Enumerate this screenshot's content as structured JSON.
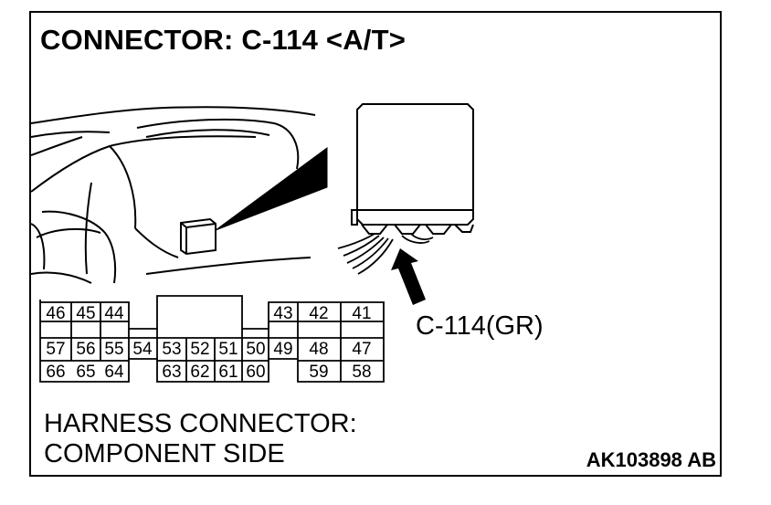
{
  "title": "CONNECTOR: C-114 <A/T>",
  "callout_label": "C-114(GR)",
  "harness_line1": "HARNESS CONNECTOR:",
  "harness_line2": "COMPONENT SIDE",
  "figure_code": "AK103898 AB",
  "connector_pins": {
    "row1": [
      "46",
      "45",
      "44",
      "43",
      "42",
      "41"
    ],
    "row2": [
      "57",
      "56",
      "55",
      "54",
      "53",
      "52",
      "51",
      "50",
      "49",
      "48",
      "47"
    ],
    "row3": [
      "66",
      "65",
      "64",
      "63",
      "62",
      "61",
      "60",
      "59",
      "58"
    ]
  }
}
